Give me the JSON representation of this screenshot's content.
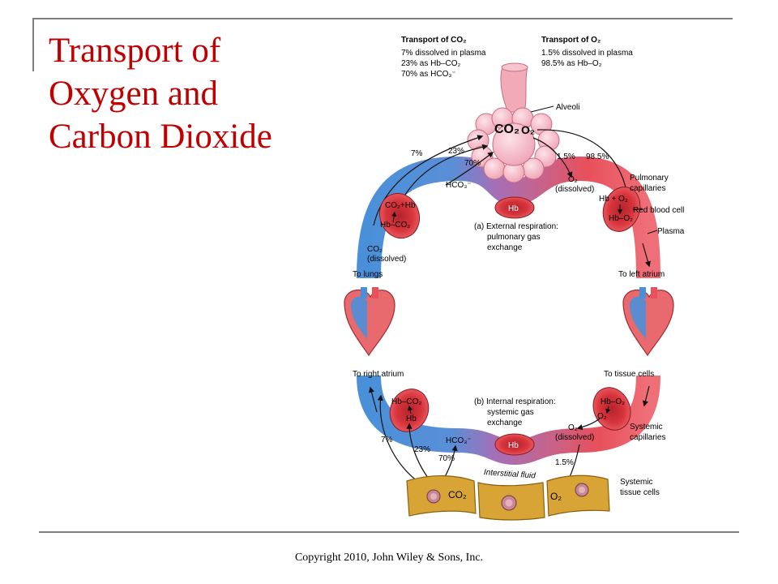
{
  "slide": {
    "title_lines": [
      "Transport of",
      "Oxygen and",
      "Carbon Dioxide"
    ],
    "footer": "Copyright 2010, John Wiley & Sons, Inc."
  },
  "diagram": {
    "co2_transport": {
      "heading": "Transport of CO₂",
      "lines": [
        "7% dissolved in plasma",
        "23% as Hb–CO₂",
        "70% as HCO₃⁻"
      ]
    },
    "o2_transport": {
      "heading": "Transport of O₂",
      "lines": [
        "1.5% dissolved in plasma",
        "98.5% as Hb–O₂"
      ]
    },
    "labels": {
      "alveoli": "Alveoli",
      "alveoli_co2": "CO₂",
      "alveoli_o2": "O₂",
      "pct_top_7": "7%",
      "pct_top_23": "23%",
      "pct_top_70": "70%",
      "pct_top_1_5": "1.5%",
      "pct_top_98_5": "98.5%",
      "hco3_top": "HCO₃⁻",
      "o2_dissolved_top_1": "O₂",
      "o2_dissolved_top_2": "(dissolved)",
      "co2_hb_top": "CO₂+Hb",
      "hb_co2_top": "Hb–CO₂",
      "hb_top": "Hb",
      "hb_o2_plus": "Hb + O₂",
      "hb_o2_top": "Hb–O₂",
      "pulmonary_capillaries_1": "Pulmonary",
      "pulmonary_capillaries_2": "capillaries",
      "red_blood_cell": "Red blood cell",
      "plasma": "Plasma",
      "co2_dissolved_1": "CO₂",
      "co2_dissolved_2": "(dissolved)",
      "external_1": "(a) External respiration:",
      "external_2": "pulmonary gas",
      "external_3": "exchange",
      "to_lungs": "To lungs",
      "to_left_atrium": "To left atrium",
      "to_right_atrium": "To right atrium",
      "to_tissue_cells": "To tissue cells",
      "internal_1": "(b) Internal respiration:",
      "internal_2": "systemic gas",
      "internal_3": "exchange",
      "hb_co2_bottom": "Hb–CO₂",
      "hb_bottom_left": "Hb",
      "hb_o2_bottom": "Hb–O₂",
      "o2_bottom_rbc": "O₂",
      "o2_dissolved_bottom_1": "O₂",
      "o2_dissolved_bottom_2": "(dissolved)",
      "systemic_capillaries_1": "Systemic",
      "systemic_capillaries_2": "capillaries",
      "hco3_bottom": "HCO₃⁻",
      "hb_bottom": "Hb",
      "pct_bottom_7": "7%",
      "pct_bottom_23": "23%",
      "pct_bottom_70": "70%",
      "pct_bottom_1_5": "1.5%",
      "interstitial_fluid": "Interstitial fluid",
      "tissue_co2": "CO₂",
      "tissue_o2": "O₂",
      "systemic_tissue_1": "Systemic",
      "systemic_tissue_2": "tissue cells"
    },
    "colors": {
      "deoxygenated": "#4a90d9",
      "oxygenated": "#e8505b",
      "mixed": "#a56fb8",
      "rbc": "#d8343c",
      "alveoli": "#f4b7c3",
      "tissue": "#d9a436",
      "title": "#c00000"
    }
  }
}
